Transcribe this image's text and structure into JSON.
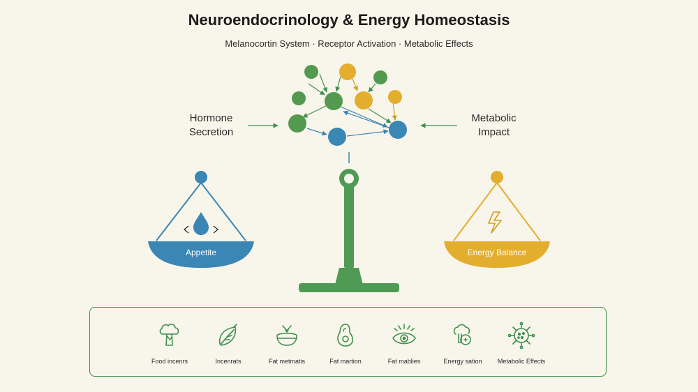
{
  "header": {
    "title": "Neuroendocrinology & Energy Homeostasis",
    "subtitle": "Melanocortin System · Receptor Activation · Metabolic Effects"
  },
  "network": {
    "left_label": "Hormone\nSecretion",
    "right_label": "Metabolic\nImpact"
  },
  "scale": {
    "left_pan_label": "Appetite",
    "right_pan_label": "Energy Balance",
    "left_color": "#3a86b5",
    "right_color": "#e3ae2e",
    "stand_color": "#4f9a55"
  },
  "colors": {
    "green": "#53994f",
    "yellow": "#e3ae2e",
    "blue": "#3a86b5",
    "ink": "#1b1b1b",
    "panel_border": "#3f8f4e"
  },
  "icons": [
    {
      "icon": "broccoli-icon",
      "label": "Food incenrs"
    },
    {
      "icon": "leaf-icon",
      "label": "Incenrats"
    },
    {
      "icon": "bowl-icon",
      "label": "Fat metmatis"
    },
    {
      "icon": "avocado-icon",
      "label": "Fat martion"
    },
    {
      "icon": "eye-icon",
      "label": "Fat mablies"
    },
    {
      "icon": "vegetable-icon",
      "label": "Energy sation"
    },
    {
      "icon": "virus-icon",
      "label": "Metabolic Effects"
    }
  ]
}
